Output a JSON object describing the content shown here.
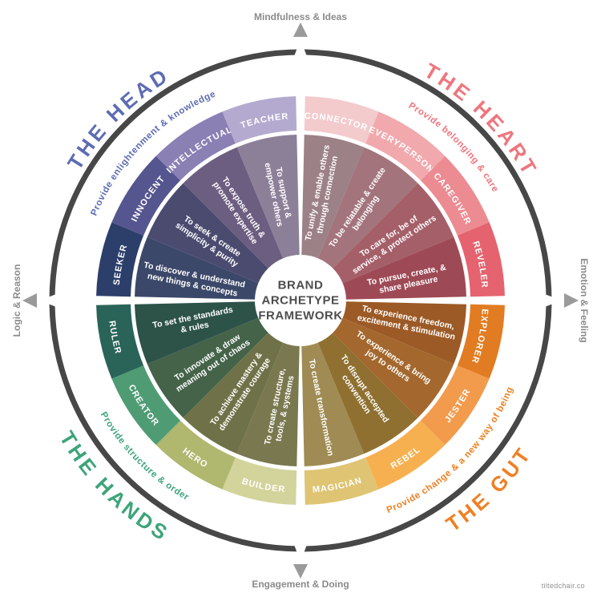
{
  "center": {
    "l1": "BRAND",
    "l2": "ARCHETYPE",
    "l3": "FRAMEWORK"
  },
  "axes": {
    "top": "Mindfulness & Ideas",
    "bottom": "Engagement & Doing",
    "left": "Logic & Reason",
    "right": "Emotion & Feeling",
    "label_color": "#8b8b8b",
    "arrow_color": "#9a9a9a"
  },
  "ring_color": "#474747",
  "watermark": {
    "text": "tiltedchair.co"
  },
  "quadrants": [
    {
      "id": "head",
      "title": "THE HEAD",
      "subtitle": "Provide enlightenment & knowledge",
      "color": "#5d6cb3"
    },
    {
      "id": "heart",
      "title": "THE HEART",
      "subtitle": "Provide belonging & care",
      "color": "#ee767e"
    },
    {
      "id": "gut",
      "title": "THE GUT",
      "subtitle": "Provide change & a new way of being",
      "color": "#ef8023"
    },
    {
      "id": "hands",
      "title": "THE HANDS",
      "subtitle": "Provide structure & order",
      "color": "#3da47a"
    }
  ],
  "archetypes": [
    {
      "name": "CONNECTOR",
      "quadrant": "heart",
      "motivation": "To unify & enable others\nthrough connection",
      "outer_color": "#f3cbcd",
      "inner_color": "#9c8187"
    },
    {
      "name": "EVERYPERSON",
      "quadrant": "heart",
      "motivation": "To be relatable & create\nbelonging",
      "outer_color": "#f1a9ad",
      "inner_color": "#a3747c"
    },
    {
      "name": "CAREGIVER",
      "quadrant": "heart",
      "motivation": "To care for, be of\nservice, & protect others",
      "outer_color": "#ec8b91",
      "inner_color": "#a55f69"
    },
    {
      "name": "REVELER",
      "quadrant": "heart",
      "motivation": "To pursue, create, &\nshare pleasure",
      "outer_color": "#e4636f",
      "inner_color": "#9e4a56"
    },
    {
      "name": "EXPLORER",
      "quadrant": "gut",
      "motivation": "To experience freedom,\nexcitement & stimulation",
      "outer_color": "#e17c22",
      "inner_color": "#9c5a26"
    },
    {
      "name": "JESTER",
      "quadrant": "gut",
      "motivation": "To experience & bring\njoy to others",
      "outer_color": "#f29b4d",
      "inner_color": "#a4682e"
    },
    {
      "name": "REBEL",
      "quadrant": "gut",
      "motivation": "To disrupt accepted\nconvention",
      "outer_color": "#f7b050",
      "inner_color": "#8f7030"
    },
    {
      "name": "MAGICIAN",
      "quadrant": "gut",
      "motivation": "To create transformation",
      "outer_color": "#dfc473",
      "inner_color": "#9f8b53"
    },
    {
      "name": "BUILDER",
      "quadrant": "hands",
      "motivation": "To create structure,\ntools, & systems",
      "outer_color": "#d2d49c",
      "inner_color": "#7a784f"
    },
    {
      "name": "HERO",
      "quadrant": "hands",
      "motivation": "To achieve mastery &\ndemonstrate courage",
      "outer_color": "#b0b76f",
      "inner_color": "#6f7248"
    },
    {
      "name": "CREATOR",
      "quadrant": "hands",
      "motivation": "To innovate & draw\nmeaning out of chaos",
      "outer_color": "#4f9c74",
      "inner_color": "#446349"
    },
    {
      "name": "RULER",
      "quadrant": "hands",
      "motivation": "To set the standards\n& rules",
      "outer_color": "#2a6459",
      "inner_color": "#2d5349"
    },
    {
      "name": "SEEKER",
      "quadrant": "head",
      "motivation": "To discover & understand\nnew things & concepts",
      "outer_color": "#2c3f6b",
      "inner_color": "#3c4869"
    },
    {
      "name": "INNOCENT",
      "quadrant": "head",
      "motivation": "To seek & create\nsimplicity & purity",
      "outer_color": "#55568f",
      "inner_color": "#4b4b70"
    },
    {
      "name": "INTELLECTUAL",
      "quadrant": "head",
      "motivation": "To expose truth &\npromote expertise",
      "outer_color": "#8b80b4",
      "inner_color": "#6c5e80"
    },
    {
      "name": "TEACHER",
      "quadrant": "head",
      "motivation": "To support &\nempower others",
      "outer_color": "#b4aacf",
      "inner_color": "#8c8099"
    }
  ]
}
